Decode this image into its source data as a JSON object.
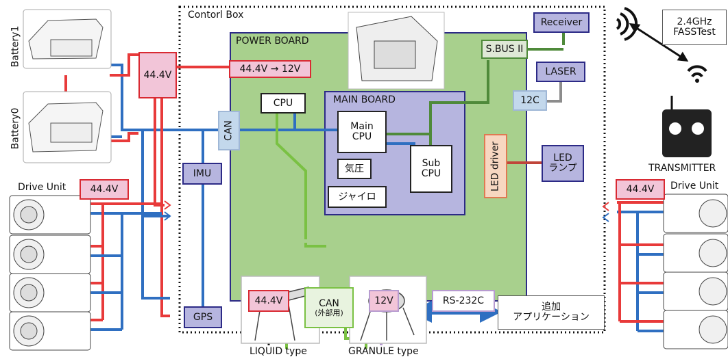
{
  "control_box": {
    "title": "Contorl Box"
  },
  "power_board": {
    "title": "POWER BOARD",
    "converter": "44.4V → 12V"
  },
  "main_board": {
    "title": "MAIN BOARD",
    "main_cpu": "Main\nCPU",
    "sub_cpu": "Sub\nCPU",
    "pressure": "気圧",
    "gyro": "ジャイロ"
  },
  "cpu": "CPU",
  "can_internal": "CAN",
  "can_external": {
    "line1": "CAN",
    "line2": "(外部用)"
  },
  "sbus": "S.BUS II",
  "receiver": "Receiver",
  "laser": "LASER",
  "i2c": "12C",
  "led_driver": "LED driver",
  "led_lamp": "LED\nランプ",
  "imu": "IMU",
  "gps": "GPS",
  "rs232c": "RS-232C",
  "v44_ext": "44.4V",
  "v12_ext": "12V",
  "battery_voltage": "44.4V",
  "battery1": "Battery1",
  "battery0": "Battery0",
  "drive_left": {
    "label": "Drive Unit",
    "voltage": "44.4V"
  },
  "drive_right": {
    "label": "Drive Unit",
    "voltage": "44.4V"
  },
  "transmitter": {
    "freq_line1": "2.4GHz",
    "freq_line2": "FASSTest",
    "label": "TRANSMITTER"
  },
  "liquid": "LIQUID type",
  "granule": "GRANULE type",
  "app": {
    "line1": "追加",
    "line2": "アプリケーション"
  },
  "colors": {
    "power": "#e83a3a",
    "data": "#2f6fc1",
    "can_ext": "#7ac143",
    "sbus": "#4f8a3a",
    "i2c": "#8c8c8c",
    "led": "#c0453a",
    "serial": "#b79bd0",
    "board": "#a8d08d"
  }
}
